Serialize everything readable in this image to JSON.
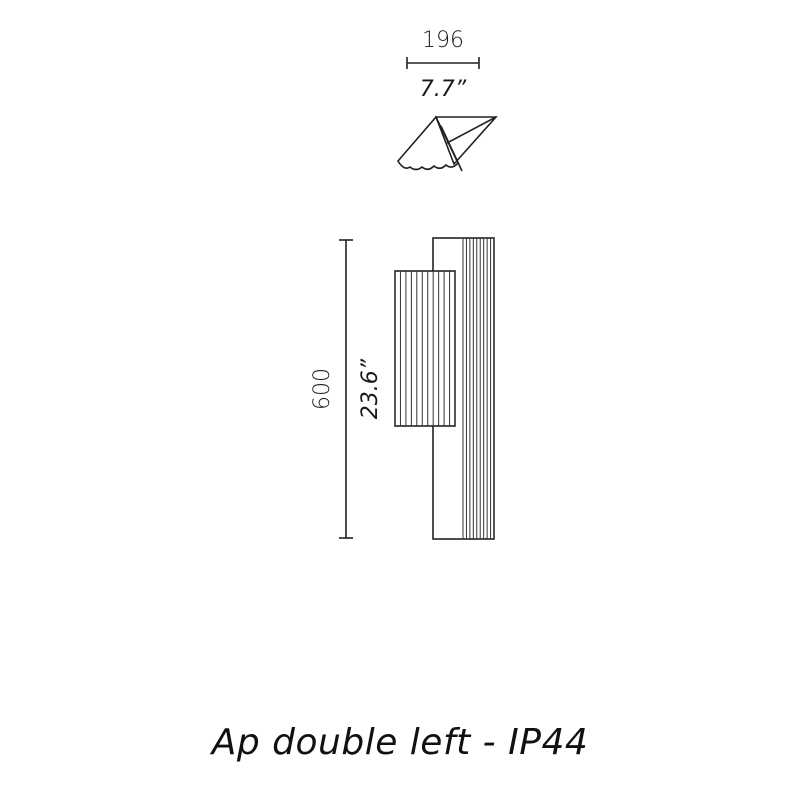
{
  "dimensions": {
    "width_mm": "196",
    "width_in": "7.7”",
    "height_mm": "600",
    "height_in": "23.6”"
  },
  "caption": "Ap double left - IP44"
}
